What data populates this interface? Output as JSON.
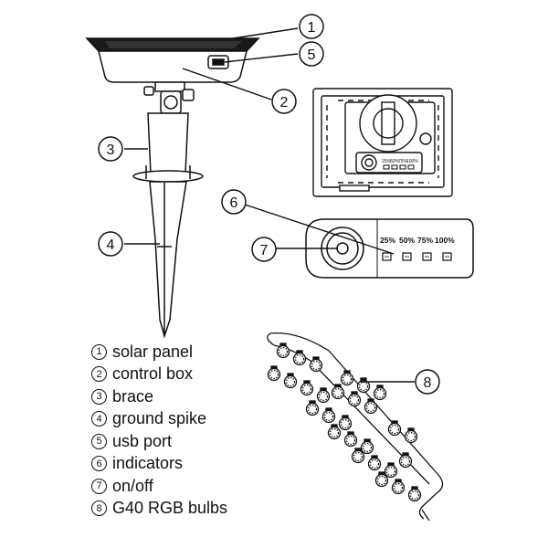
{
  "callouts": [
    {
      "number": "1"
    },
    {
      "number": "2"
    },
    {
      "number": "3"
    },
    {
      "number": "4"
    },
    {
      "number": "5"
    },
    {
      "number": "6"
    },
    {
      "number": "7"
    },
    {
      "number": "8"
    }
  ],
  "indicator_labels": [
    "25%",
    "50%",
    "75%",
    "100%"
  ],
  "small_indicator_labels": [
    "25%",
    "50%",
    "75%",
    "100%"
  ],
  "legend": [
    {
      "number": "1",
      "label": "solar panel"
    },
    {
      "number": "2",
      "label": "control box"
    },
    {
      "number": "3",
      "label": "brace"
    },
    {
      "number": "4",
      "label": "ground spike"
    },
    {
      "number": "5",
      "label": "usb port"
    },
    {
      "number": "6",
      "label": "indicators"
    },
    {
      "number": "7",
      "label": "on/off"
    },
    {
      "number": "8",
      "label": "G40 RGB bulbs"
    }
  ],
  "colors": {
    "line": "#111111",
    "panel": "#1a1a1a",
    "background": "#ffffff"
  }
}
